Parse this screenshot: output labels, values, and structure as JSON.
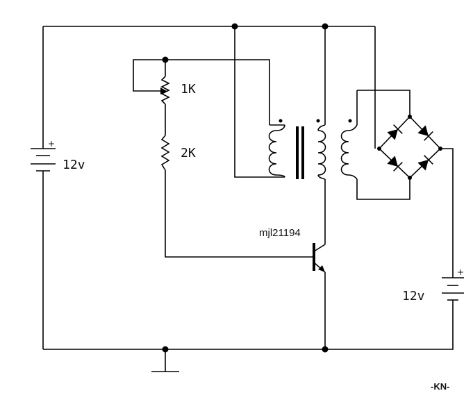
{
  "battery_left": {
    "label": "12v",
    "polarity": "+"
  },
  "battery_right": {
    "label": "12v",
    "polarity": "+"
  },
  "potentiometer": {
    "label": "1K"
  },
  "resistor": {
    "label": "2K"
  },
  "transistor": {
    "label": "mjl21194"
  },
  "signature": "-KN-"
}
